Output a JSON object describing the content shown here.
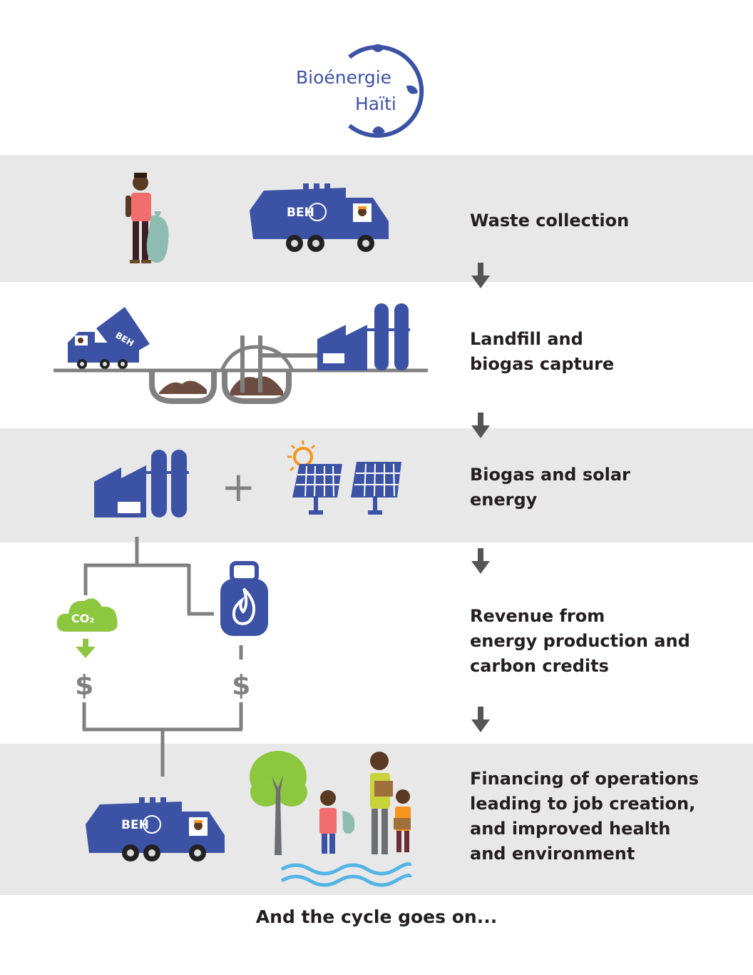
{
  "logo": {
    "line1": "Bioénergie",
    "line2": "Haïti",
    "color": "#3c52a4"
  },
  "stages": [
    {
      "label": "Waste collection"
    },
    {
      "label": "Landfill and\nbiogas capture"
    },
    {
      "label": "Biogas and solar\nenergy"
    },
    {
      "label": "Revenue from\nenergy production and\ncarbon credits"
    },
    {
      "label": "Financing of operations\nleading to job creation,\nand improved health\nand environment"
    }
  ],
  "truck_badge": "BEH",
  "co2_label": "CO₂",
  "plus_symbol": "+",
  "dollar_symbol": "$",
  "footer": "And the cycle goes on...",
  "colors": {
    "brand_blue": "#3c52a4",
    "band_gray": "#e8e8e8",
    "co2_green": "#8dc63f",
    "soil_brown": "#6d4c41",
    "connector_gray": "#808080",
    "sun_orange": "#f7941d"
  }
}
